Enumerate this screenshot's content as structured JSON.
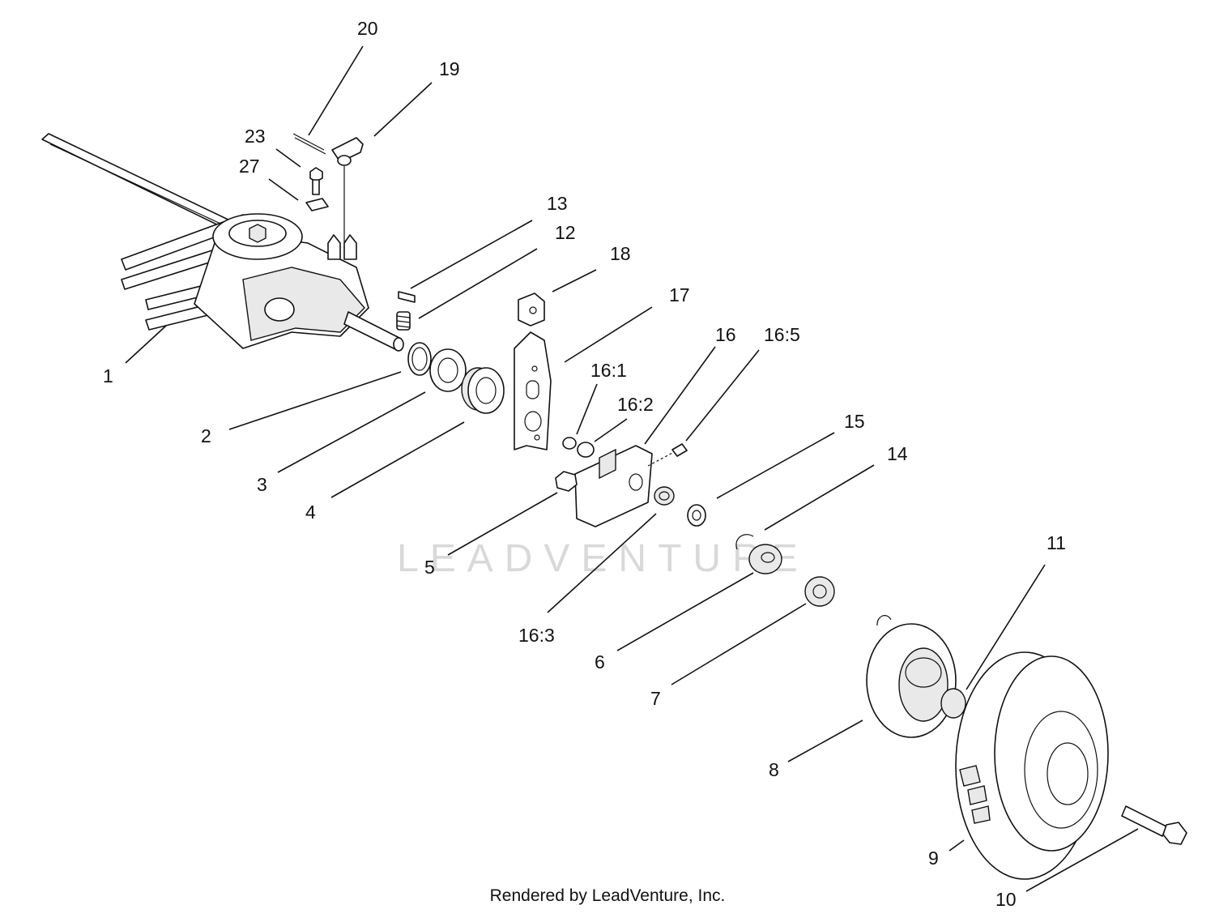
{
  "watermark": "LEADVENTURE",
  "credit": "Rendered by LeadVenture, Inc.",
  "callouts": {
    "c1": "1",
    "c2": "2",
    "c3": "3",
    "c4": "4",
    "c5": "5",
    "c6": "6",
    "c7": "7",
    "c8": "8",
    "c9": "9",
    "c10": "10",
    "c11": "11",
    "c12": "12",
    "c13": "13",
    "c14": "14",
    "c15": "15",
    "c16": "16",
    "c17": "17",
    "c18": "18",
    "c19": "19",
    "c20": "20",
    "c23": "23",
    "c27": "27",
    "c16_1": "16:1",
    "c16_2": "16:2",
    "c16_3": "16:3",
    "c16_5": "16:5"
  }
}
